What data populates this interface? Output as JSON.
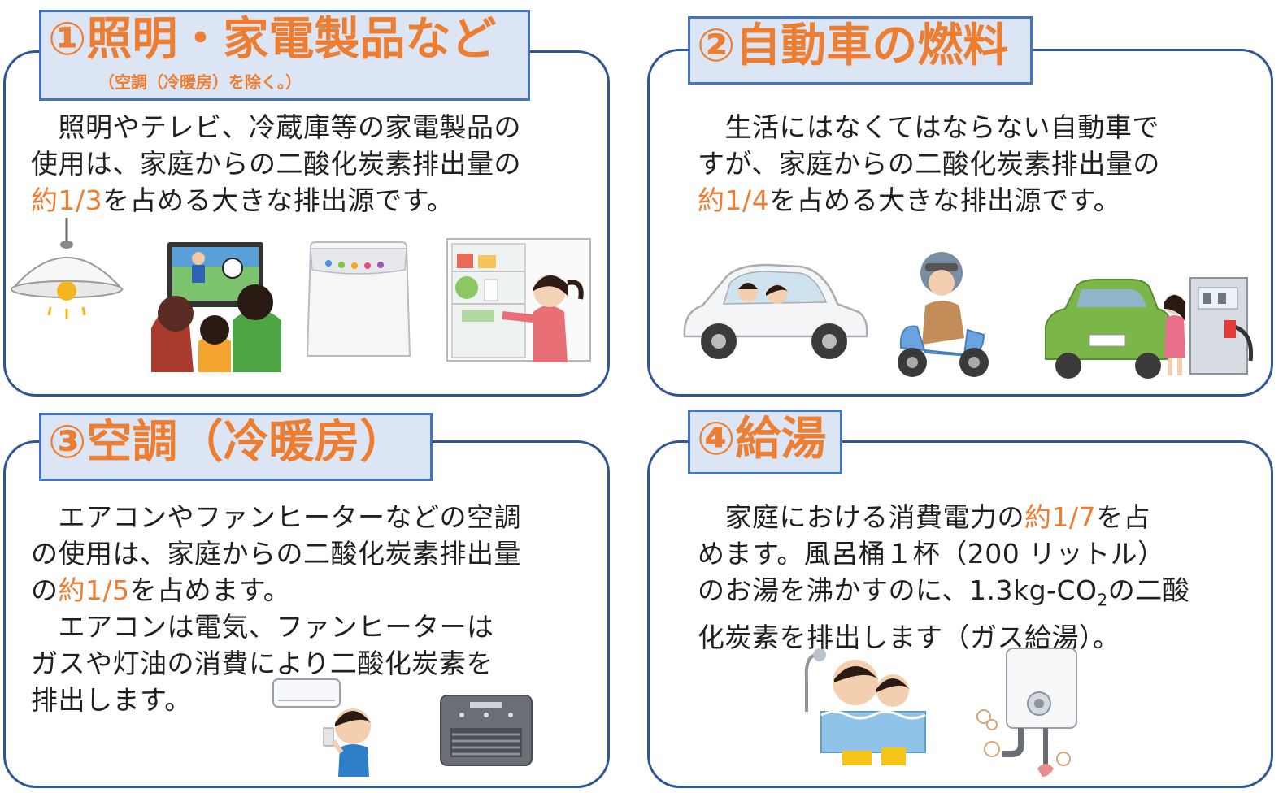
{
  "panels": [
    {
      "title": "①照明・家電製品など",
      "subtitle": "（空調（冷暖房）を除く。）",
      "lines": [
        {
          "pre": "　照明やテレビ、冷蔵庫等の家電製品の",
          "hl": "",
          "post": ""
        },
        {
          "pre": "使用は、家庭からの二酸化炭素排出量の",
          "hl": "",
          "post": ""
        },
        {
          "pre": "",
          "hl": "約1/3",
          "post": "を占める大きな排出源です。"
        }
      ],
      "illustrations": [
        "pendant-lamp",
        "family-watching-tv",
        "washing-machine",
        "woman-at-refrigerator"
      ]
    },
    {
      "title": "②自動車の燃料",
      "lines": [
        {
          "pre": "　生活にはなくてはならない自動車で",
          "hl": "",
          "post": ""
        },
        {
          "pre": "すが、家庭からの二酸化炭素排出量の",
          "hl": "",
          "post": ""
        },
        {
          "pre": "",
          "hl": "約1/4",
          "post": "を占める大きな排出源です。"
        }
      ],
      "illustrations": [
        "white-car-with-couple",
        "scooter-rider",
        "green-car",
        "woman-at-gas-pump"
      ]
    },
    {
      "title": "③空調（冷暖房）",
      "lines": [
        {
          "pre": "　エアコンやファンヒーターなどの空調",
          "hl": "",
          "post": ""
        },
        {
          "pre": "の使用は、家庭からの二酸化炭素排出量",
          "hl": "",
          "post": ""
        },
        {
          "pre": "の",
          "hl": "約1/5",
          "post": "を占めます。"
        },
        {
          "pre": "　エアコンは電気、ファンヒーターは",
          "hl": "",
          "post": ""
        },
        {
          "pre": "ガスや灯油の消費により二酸化炭素を",
          "hl": "",
          "post": ""
        },
        {
          "pre": "排出します。",
          "hl": "",
          "post": ""
        }
      ],
      "illustrations": [
        "air-conditioner-with-boy",
        "fan-heater"
      ]
    },
    {
      "title": "④給湯",
      "lines": [
        {
          "pre": "　家庭における消費電力の",
          "hl": "約1/7",
          "post": "を占"
        },
        {
          "pre": "めます。風呂桶１杯（200 リットル）",
          "hl": "",
          "post": ""
        },
        {
          "pre": "のお湯を沸かすのに、1.3kg-CO",
          "hl": "",
          "post": "",
          "sub": "2",
          "after": "の二酸"
        },
        {
          "pre": "化炭素を排出します（ガス給湯）。",
          "hl": "",
          "post": ""
        }
      ],
      "illustrations": [
        "bath-with-father-and-child",
        "gas-water-heater"
      ]
    }
  ],
  "colors": {
    "panel_border": "#2f5597",
    "tab_fill": "#dbe5f3",
    "tab_border": "#4472c4",
    "highlight": "#ed7d31",
    "text": "#231f20"
  }
}
